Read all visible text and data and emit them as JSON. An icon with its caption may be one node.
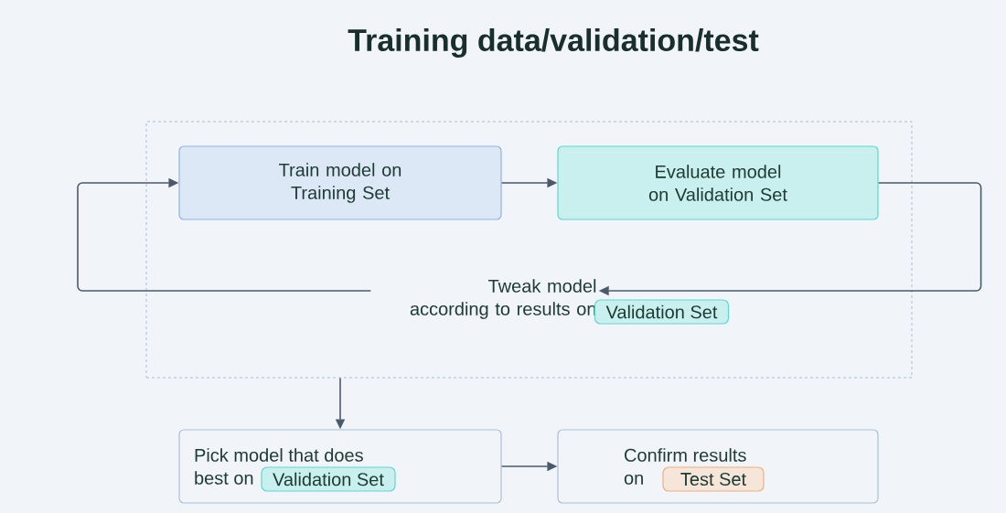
{
  "diagram": {
    "title": "Training data/validation/test",
    "nodes": [
      {
        "text": [],
        "shape": "box"
      },
      {
        "text": [
          "Train model on Training Set"
        ],
        "in": 0
      },
      {
        "text": [
          "Evaluate model on Validation Set"
        ],
        "in": 0
      },
      {
        "text": [
          "Tweak model according to results on"
        ],
        "in": 0
      },
      {
        "text": [
          "Validation Set"
        ],
        "in": 0
      },
      {
        "text": [
          "Pick model that does best on"
        ]
      },
      {
        "text": [
          "Validation Set"
        ],
        "in": 5
      },
      {
        "text": [
          "Confirm results on"
        ]
      },
      {
        "text": [
          "Test Set"
        ],
        "in": 7
      }
    ],
    "edges": [
      {
        "from": 1,
        "to": 2,
        "arrow": "to"
      },
      {
        "from": 2,
        "to": 3,
        "arrow": "to"
      },
      {
        "from": 3,
        "to": 1,
        "arrow": "to"
      },
      {
        "from": 0,
        "to": 5,
        "arrow": "to"
      },
      {
        "from": 5,
        "to": 7,
        "arrow": "to"
      }
    ]
  }
}
